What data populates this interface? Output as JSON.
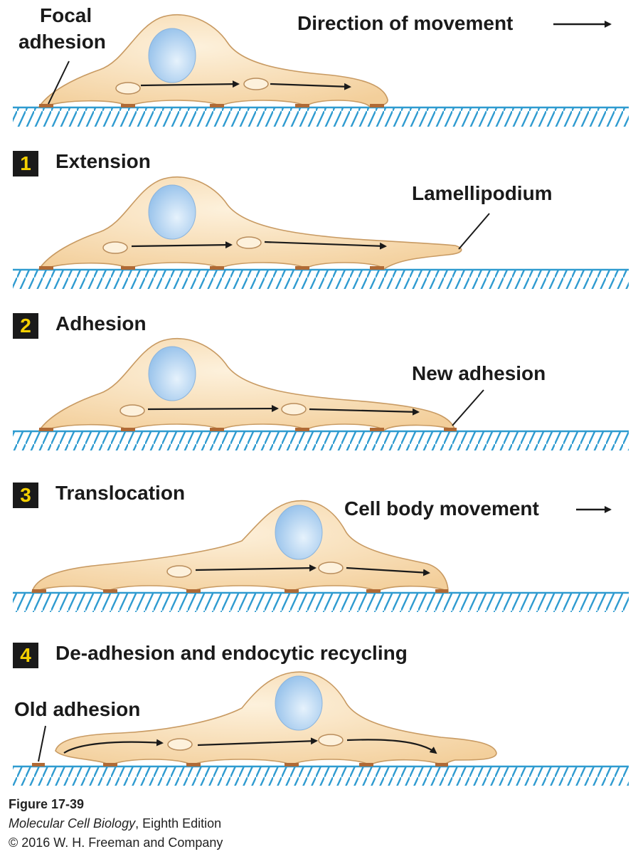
{
  "labels": {
    "focal_adhesion_line1": "Focal",
    "focal_adhesion_line2": "adhesion",
    "direction_of_movement": "Direction of movement",
    "lamellipodium": "Lamellipodium",
    "new_adhesion": "New adhesion",
    "cell_body_movement": "Cell body movement",
    "old_adhesion": "Old adhesion"
  },
  "steps": [
    {
      "number": "1",
      "title": "Extension"
    },
    {
      "number": "2",
      "title": "Adhesion"
    },
    {
      "number": "3",
      "title": "Translocation"
    },
    {
      "number": "4",
      "title": "De-adhesion and endocytic recycling"
    }
  ],
  "caption": {
    "figure": "Figure 17-39",
    "book_italic": "Molecular Cell Biology",
    "book_rest": ", Eighth Edition",
    "copyright": "© 2016 W. H. Freeman and Company"
  },
  "colors": {
    "cell_fill": "#f6d7a8",
    "cell_outline": "#c89a62",
    "nucleus": "#a9cdef",
    "substrate": "#2f9bd0",
    "adhesion": "#b06a35",
    "badge_bg": "#1a1a1a",
    "badge_text": "#f5d000"
  }
}
